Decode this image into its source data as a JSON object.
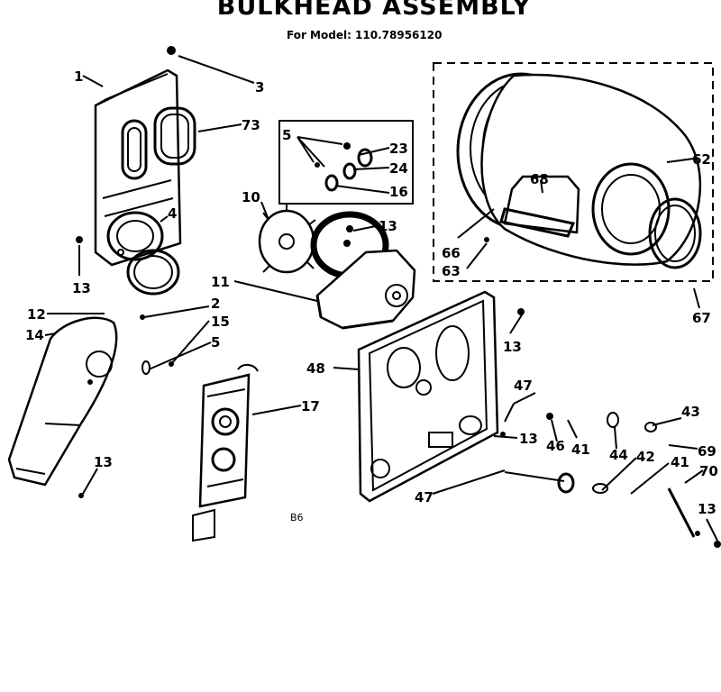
{
  "header": {
    "title": "BULKHEAD ASSEMBLY",
    "subtitle": "For Model: 110.78956120"
  },
  "diagram_code": "B6",
  "callouts": {
    "c1": "1",
    "c3": "3",
    "c73": "73",
    "c4": "4",
    "c13a": "13",
    "c5a": "5",
    "c23": "23",
    "c24": "24",
    "c16": "16",
    "c10": "10",
    "c13b": "13",
    "c11": "11",
    "c12": "12",
    "c14": "14",
    "c2": "2",
    "c15": "15",
    "c5b": "5",
    "c13c": "13",
    "c17": "17",
    "c48": "48",
    "c13d": "13",
    "c47a": "47",
    "c13e": "13",
    "c46": "46",
    "c41a": "41",
    "c44": "44",
    "c42": "42",
    "c41b": "41",
    "c43": "43",
    "c69": "69",
    "c70": "70",
    "c13f": "13",
    "c47b": "47",
    "c62": "62",
    "c68": "68",
    "c66": "66",
    "c63": "63",
    "c67": "67"
  }
}
